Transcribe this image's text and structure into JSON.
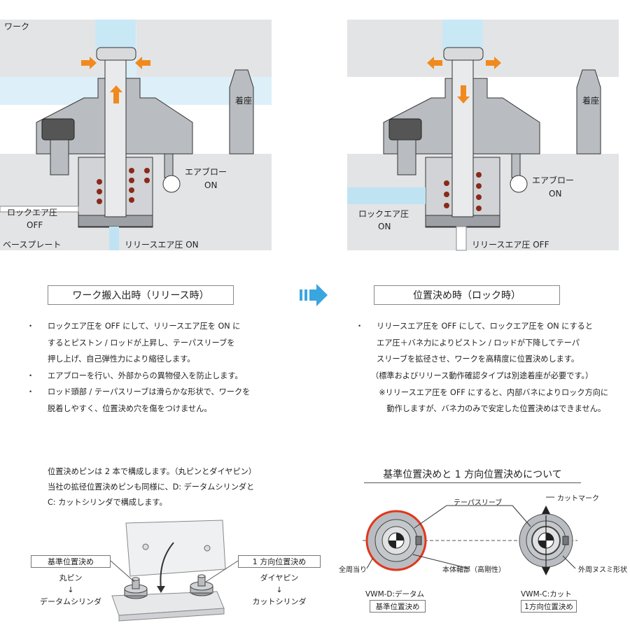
{
  "diagram_left": {
    "work_label": "ワーク",
    "base_label": "ベースプレート",
    "seat_label": "着座",
    "air_blow_label": "エアブロー",
    "air_blow_state": "ON",
    "lock_air_label": "ロックエア圧",
    "lock_air_state": "OFF",
    "release_air_label": "リリースエア圧 ON"
  },
  "diagram_right": {
    "air_blow_label": "エアブロー",
    "air_blow_state": "ON",
    "lock_air_label": "ロックエア圧",
    "lock_air_state": "ON",
    "release_air_label": "リリースエア圧 OFF"
  },
  "left_section": {
    "title": "ワーク搬入出時（リリース時）",
    "bullets": [
      "ロックエア圧を OFF にして、リリースエア圧を ON に\nするとピストン / ロッドが上昇し、テーパスリーブを\n押し上げ、自己弾性力により縮径します。",
      "エアブローを行い、外部からの異物侵入を防止します。",
      "ロッド頭部 / テーパスリーブは滑らかな形状で、ワークを\n脱着しやすく、位置決め穴を傷をつけません。"
    ],
    "bullet_mark": "・"
  },
  "right_section": {
    "title": "位置決め時（ロック時）",
    "bullets": [
      "リリースエア圧を OFF にして、ロックエア圧を ON にすると\nエア圧＋バネ力によりピストン / ロッドが下降してテーパ\nスリーブを拡径させ、ワークを高精度に位置決めします。"
    ],
    "bullet_mark": "・",
    "notes": "（標準およびリリース動作確認タイプは別途着座が必要です。）\n　※リリースエア圧を OFF にすると、内部バネによりロック方向に\n　　動作しますが、バネ力のみで安定した位置決めはできません。"
  },
  "bottom_left": {
    "intro": "位置決めピンは 2 本で構成します。（丸ピンとダイヤピン）\n当社の拡径位置決めピンも同様に、D: データムシリンダと\nC: カットシリンダで構成します。",
    "left_box": "基準位置決め",
    "left_text": "丸ピン\n↓\nデータムシリンダ",
    "right_box": "1 方向位置決め",
    "right_text": "ダイヤピン\n↓\nカットシリンダ"
  },
  "bottom_right": {
    "title": "基準位置決めと 1 方向位置決めについて",
    "taper_sleeve": "テーパスリーブ",
    "cut_mark": "カットマーク",
    "full_contact": "全周当り",
    "body_shaft": "本体軸部（高剛性）",
    "outer_relief": "外周ヌスミ形状",
    "vwm_d": "VWM-D:データム",
    "vwm_d_box": "基準位置決め",
    "vwm_c": "VWM-C:カット",
    "vwm_c_box": "1方向位置決め"
  },
  "colors": {
    "gray_body": "#b9bcc0",
    "light_gray": "#e3e4e6",
    "air_blue": "#bfe3f2",
    "arrow_orange": "#f08a1e",
    "arrow_blue": "#3aa6df",
    "spring": "#8a2a1a",
    "outline": "#333333",
    "datum_red": "#e2361c"
  }
}
